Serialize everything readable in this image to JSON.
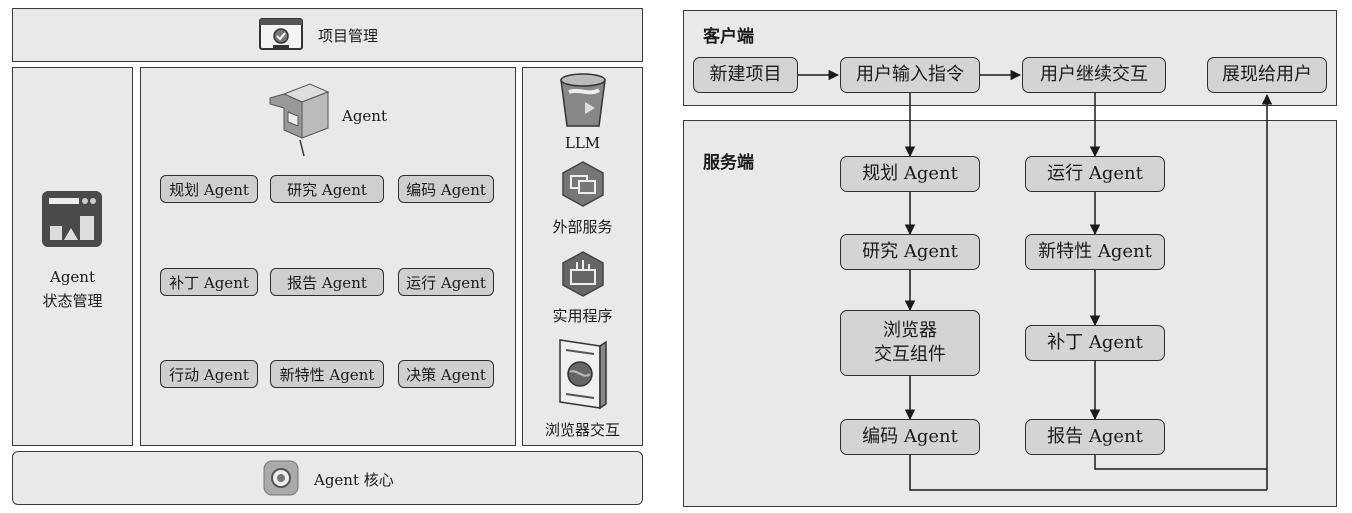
{
  "left": {
    "top_bar": "项目管理",
    "state_mgmt": {
      "line1": "Agent",
      "line2": "状态管理"
    },
    "agents_title": "Agent",
    "agents": [
      "规划 Agent",
      "研究 Agent",
      "编码 Agent",
      "补丁 Agent",
      "报告 Agent",
      "运行 Agent",
      "行动 Agent",
      "新特性 Agent",
      "决策 Agent"
    ],
    "resources": [
      "LLM",
      "外部服务",
      "实用程序",
      "浏览器交互"
    ],
    "bottom_bar": "Agent 核心"
  },
  "right": {
    "client_label": "客户端",
    "client_nodes": [
      "新建项目",
      "用户输入指令",
      "用户继续交互",
      "展现给用户"
    ],
    "server_label": "服务端",
    "col1": [
      "规划 Agent",
      "研究 Agent",
      "浏览器",
      "交互组件",
      "编码 Agent"
    ],
    "col2": [
      "运行 Agent",
      "新特性 Agent",
      "补丁 Agent",
      "报告 Agent"
    ]
  }
}
